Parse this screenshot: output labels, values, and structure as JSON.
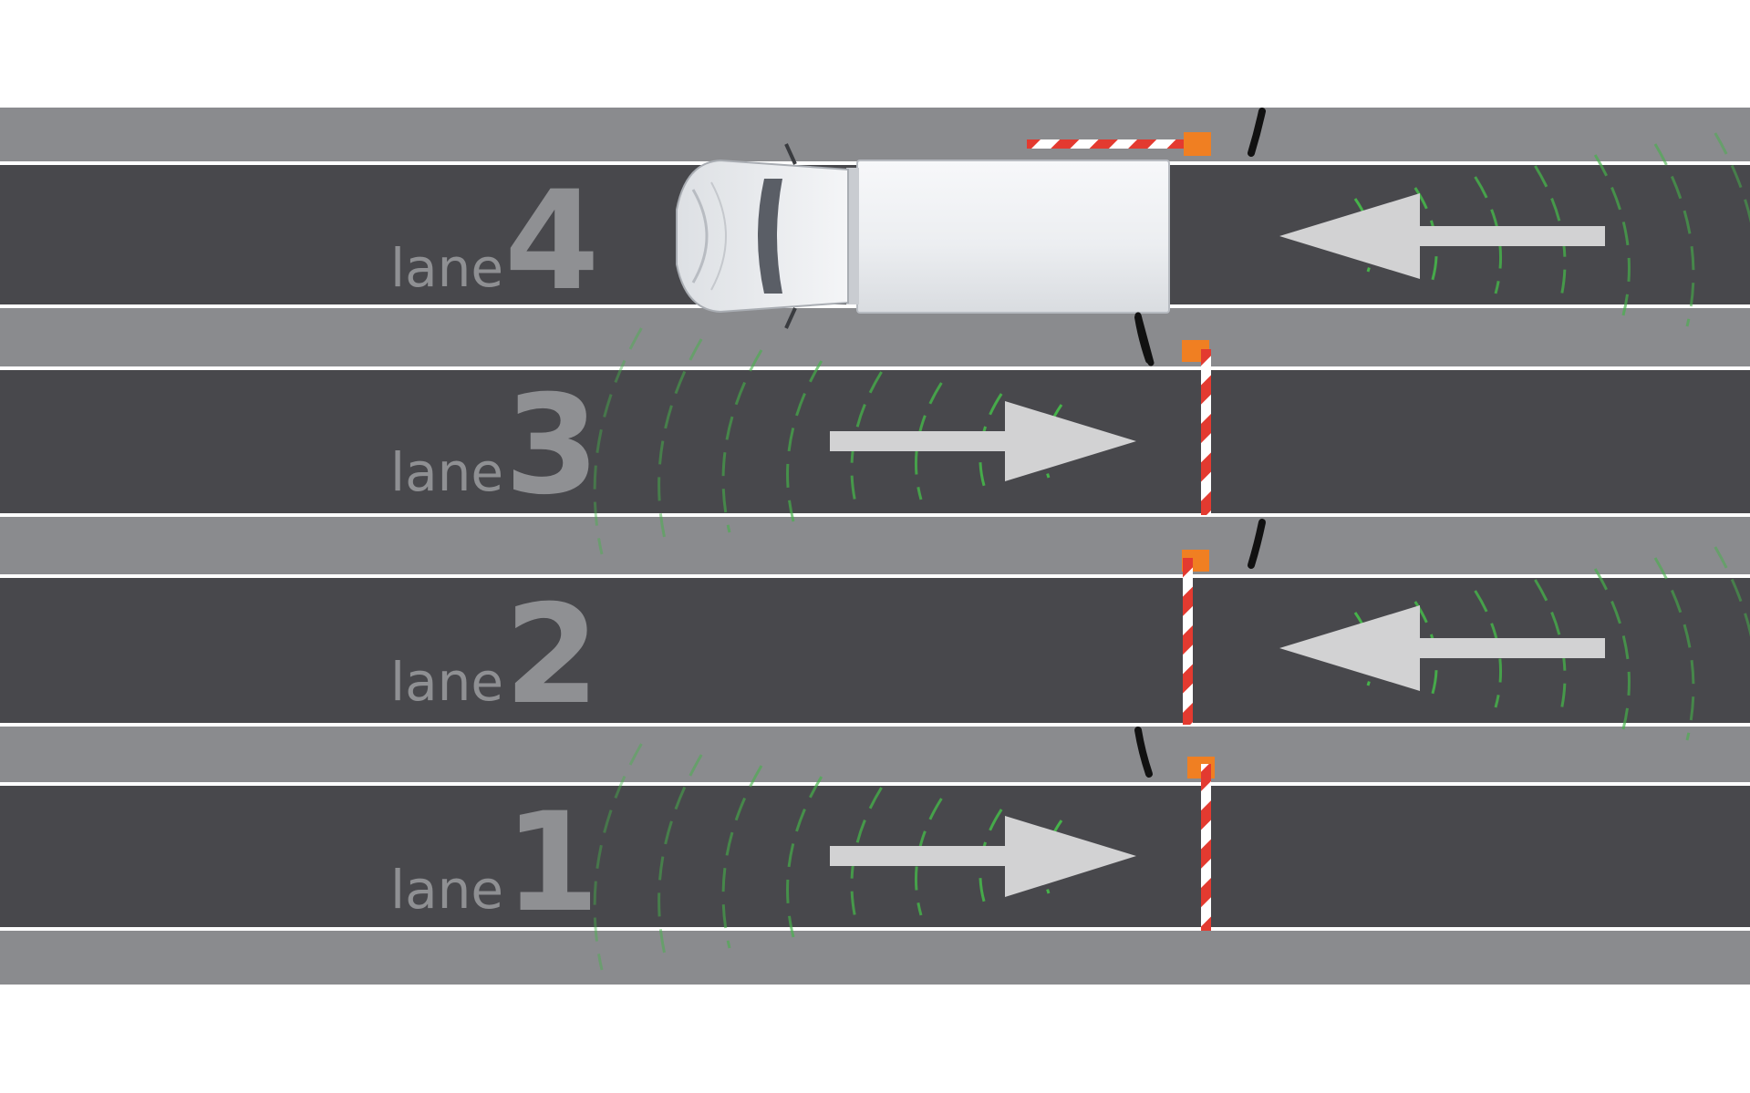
{
  "lanes": [
    {
      "word": "lane",
      "number": "4",
      "direction": "left",
      "occupied_by": "truck",
      "barrier": "open"
    },
    {
      "word": "lane",
      "number": "3",
      "direction": "right",
      "occupied_by": "",
      "barrier": "closed"
    },
    {
      "word": "lane",
      "number": "2",
      "direction": "left",
      "occupied_by": "",
      "barrier": "closed"
    },
    {
      "word": "lane",
      "number": "1",
      "direction": "right",
      "occupied_by": "",
      "barrier": "closed"
    }
  ],
  "colors": {
    "background": "#ffffff",
    "shoulder": "#8a8b8e",
    "asphalt": "#48484c",
    "lane_line": "#ffffff",
    "arrow": "#d2d2d3",
    "lane_text": "#8f9093",
    "sensor_wave": "#46b34a",
    "barrier_red": "#e33a30",
    "barrier_white": "#ffffff",
    "barrier_post": "#f07f22",
    "truck_body": "#eef0f3"
  }
}
